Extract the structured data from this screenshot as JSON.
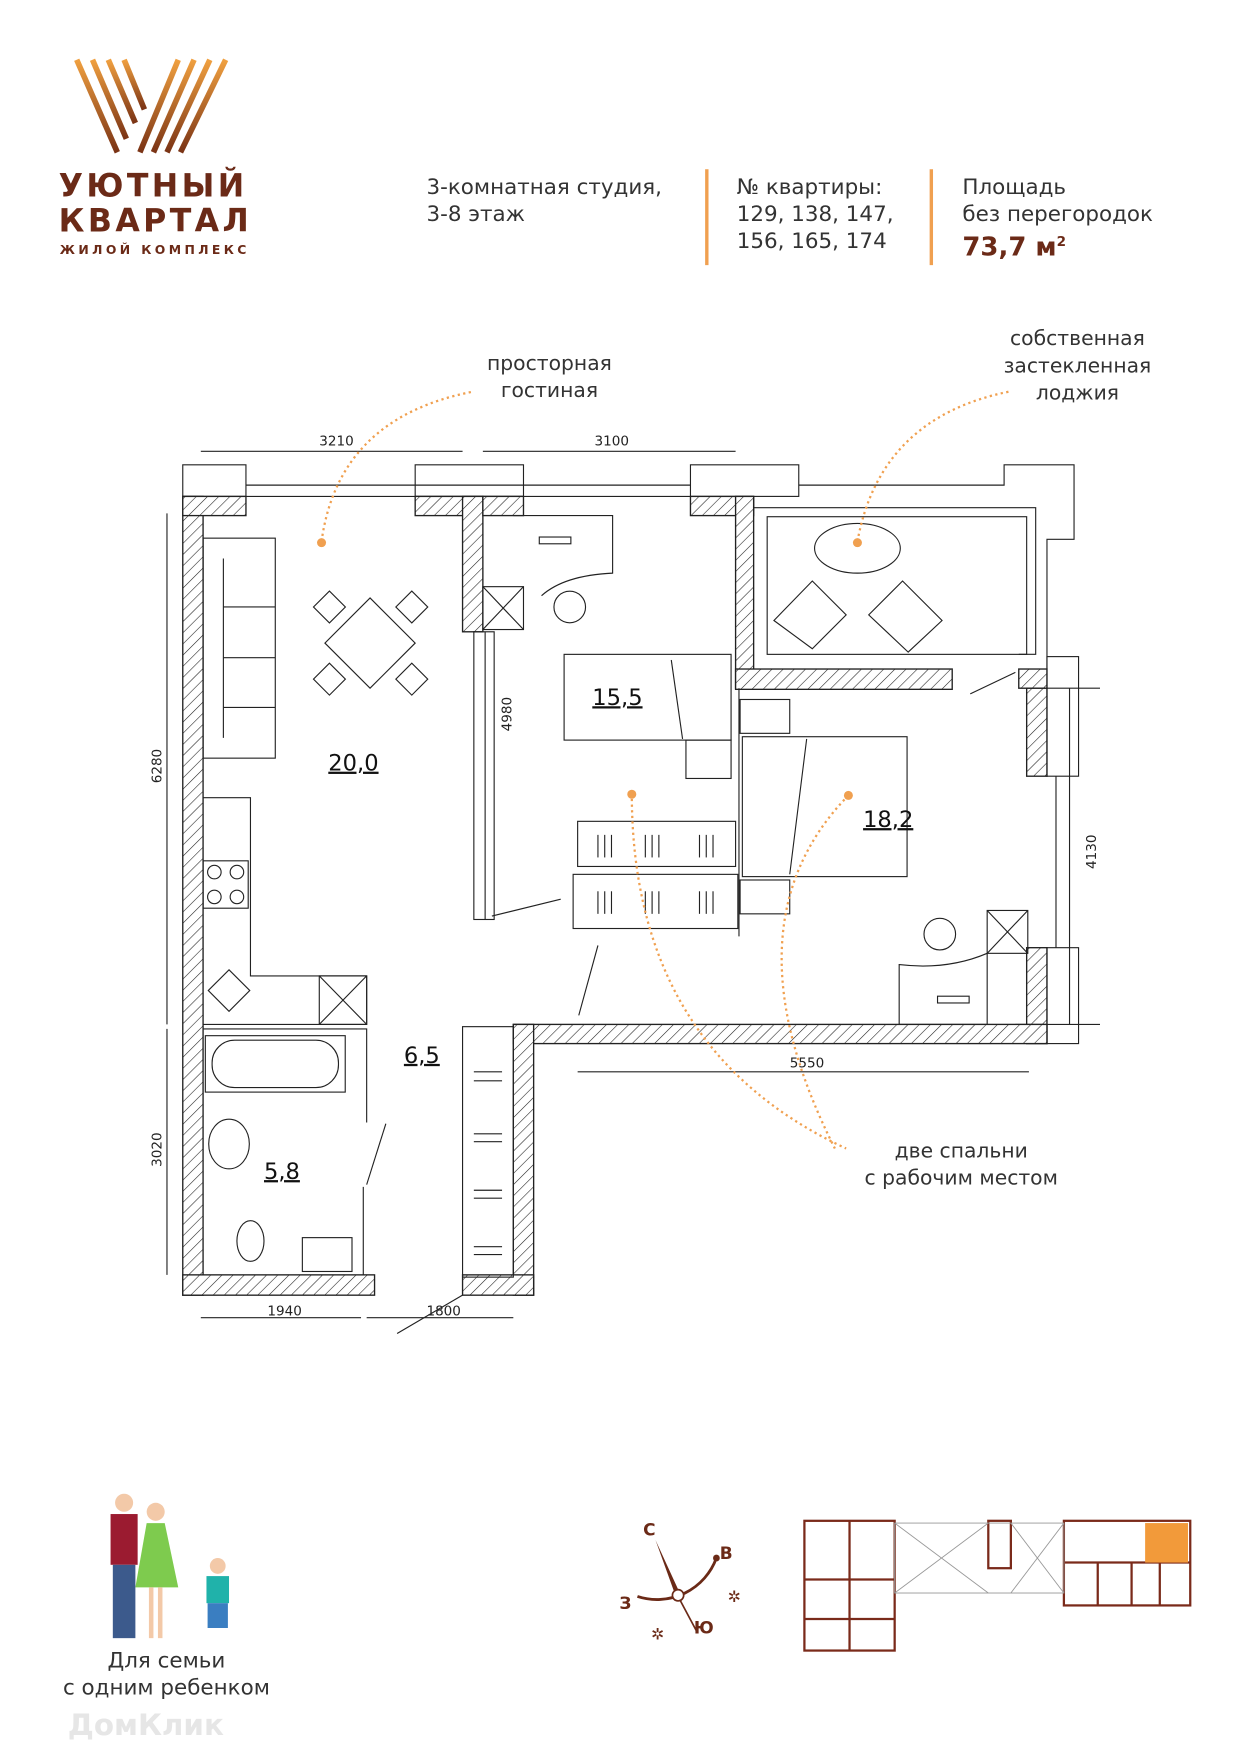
{
  "brand": {
    "line1": "УЮТНЫЙ",
    "line2": "КВАРТАЛ",
    "subtitle": "ЖИЛОЙ КОМПЛЕКС"
  },
  "header": {
    "type_line1": "3-комнатная студия,",
    "type_line2": "3-8 этаж",
    "apartments_label": "№ квартиры:",
    "apartments_line1": "129, 138, 147,",
    "apartments_line2": "156, 165, 174",
    "area_label1": "Площадь",
    "area_label2": "без перегородок",
    "area_value": "73,7 м",
    "area_sup": "2"
  },
  "annotations": {
    "living_line1": "просторная",
    "living_line2": "гостиная",
    "loggia_line1": "собственная",
    "loggia_line2": "застекленная",
    "loggia_line3": "лоджия",
    "bedrooms_line1": "две спальни",
    "bedrooms_line2": "с рабочим местом"
  },
  "rooms": {
    "living": "20,0",
    "bedroom1": "15,5",
    "bedroom2": "18,2",
    "hall": "6,5",
    "bathroom": "5,8"
  },
  "dimensions": {
    "top_left": "3210",
    "top_mid": "3100",
    "left_upper": "6280",
    "inner": "4980",
    "right": "4130",
    "bottom_right": "5550",
    "left_lower": "3020",
    "bottom_left": "1940",
    "bottom_mid": "1800"
  },
  "compass": {
    "north": "С",
    "east": "В",
    "west": "З",
    "south": "Ю"
  },
  "family": {
    "caption_line1": "Для семьи",
    "caption_line2": "с одним ребенком"
  },
  "watermark": "ДомКлик",
  "colors": {
    "brand": "#6b2a17",
    "accent": "#f0a050",
    "highlight": "#f29a3a"
  }
}
